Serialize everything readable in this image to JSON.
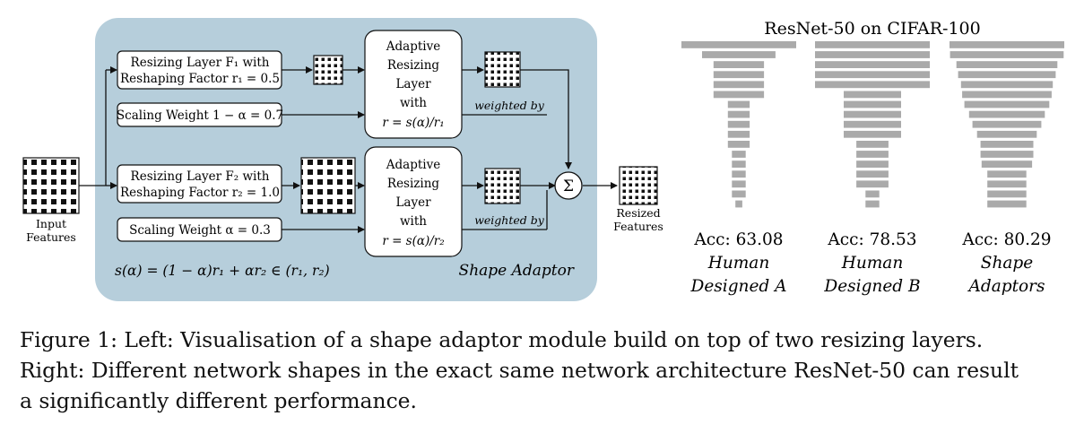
{
  "diagram": {
    "input_label": [
      "Input",
      "Features"
    ],
    "output_label": [
      "Resized",
      "Features"
    ],
    "resizing_layer_1": [
      "Resizing Layer F₁ with",
      "Reshaping Factor r₁ = 0.5"
    ],
    "resizing_layer_2": [
      "Resizing Layer F₂ with",
      "Reshaping Factor r₂ = 1.0"
    ],
    "scaling_weight_1": "Scaling Weight 1 − α = 0.7",
    "scaling_weight_2": "Scaling Weight α = 0.3",
    "adaptive_block": [
      "Adaptive",
      "Resizing",
      "Layer",
      "with",
      "r = s(α)/r₁"
    ],
    "adaptive_block_2": [
      "Adaptive",
      "Resizing",
      "Layer",
      "with",
      "r = s(α)/r₂"
    ],
    "weighted_by": "weighted by",
    "sum_symbol": "Σ",
    "formula": "s(α) = (1 − α)r₁ + αr₂ ∈ (r₁, r₂)",
    "module_name": "Shape Adaptor"
  },
  "chart_data": {
    "type": "bar",
    "title": "ResNet-50 on CIFAR-100",
    "orientation": "horizontal-centered",
    "series": [
      {
        "name": "Human Designed A",
        "accuracy_label": "Acc: 63.08",
        "values": [
          1.0,
          0.64,
          0.44,
          0.44,
          0.44,
          0.44,
          0.19,
          0.19,
          0.19,
          0.19,
          0.19,
          0.12,
          0.12,
          0.12,
          0.12,
          0.12,
          0.06
        ]
      },
      {
        "name": "Human Designed B",
        "accuracy_label": "Acc: 78.53",
        "values": [
          1.0,
          1.0,
          1.0,
          1.0,
          1.0,
          0.5,
          0.5,
          0.5,
          0.5,
          0.5,
          0.28,
          0.28,
          0.28,
          0.28,
          0.28,
          0.12,
          0.12
        ]
      },
      {
        "name": "Shape Adaptors",
        "accuracy_label": "Acc: 80.29",
        "values": [
          1.0,
          0.99,
          0.88,
          0.85,
          0.8,
          0.78,
          0.74,
          0.66,
          0.6,
          0.52,
          0.46,
          0.46,
          0.44,
          0.34,
          0.34,
          0.34,
          0.34
        ]
      }
    ],
    "bar_color": "#aaaaaa"
  },
  "caption": [
    "Figure 1: Left: Visualisation of a shape adaptor module build on top of two resizing layers.",
    "Right: Different network shapes in the exact same network architecture ResNet-50 can result",
    "a significantly different performance."
  ],
  "colors": {
    "module_bg": "#b6cedb",
    "box_fill": "#ffffff",
    "stroke": "#1a1a1a"
  }
}
